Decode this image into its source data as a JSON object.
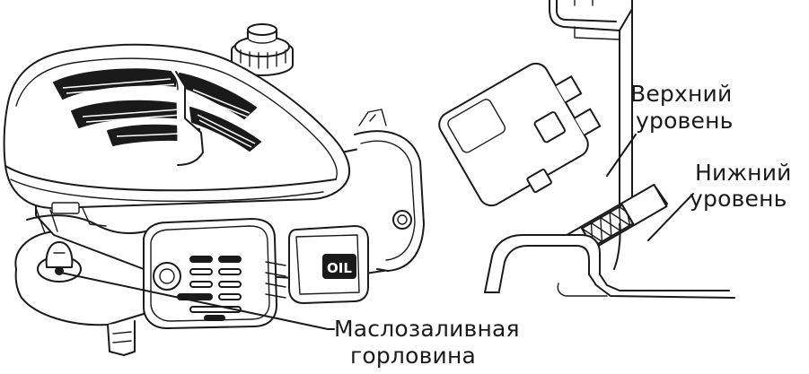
{
  "labels": {
    "upper_level_line1": "Верхний",
    "upper_level_line2": "уровень",
    "lower_level_line1": "Нижний",
    "lower_level_line2": "уровень",
    "filler_neck_line1": "Маслозаливная",
    "filler_neck_line2": "горловина"
  },
  "engine_badge": "OIL",
  "colors": {
    "ink": "#1a1a1a",
    "background": "#ffffff"
  }
}
